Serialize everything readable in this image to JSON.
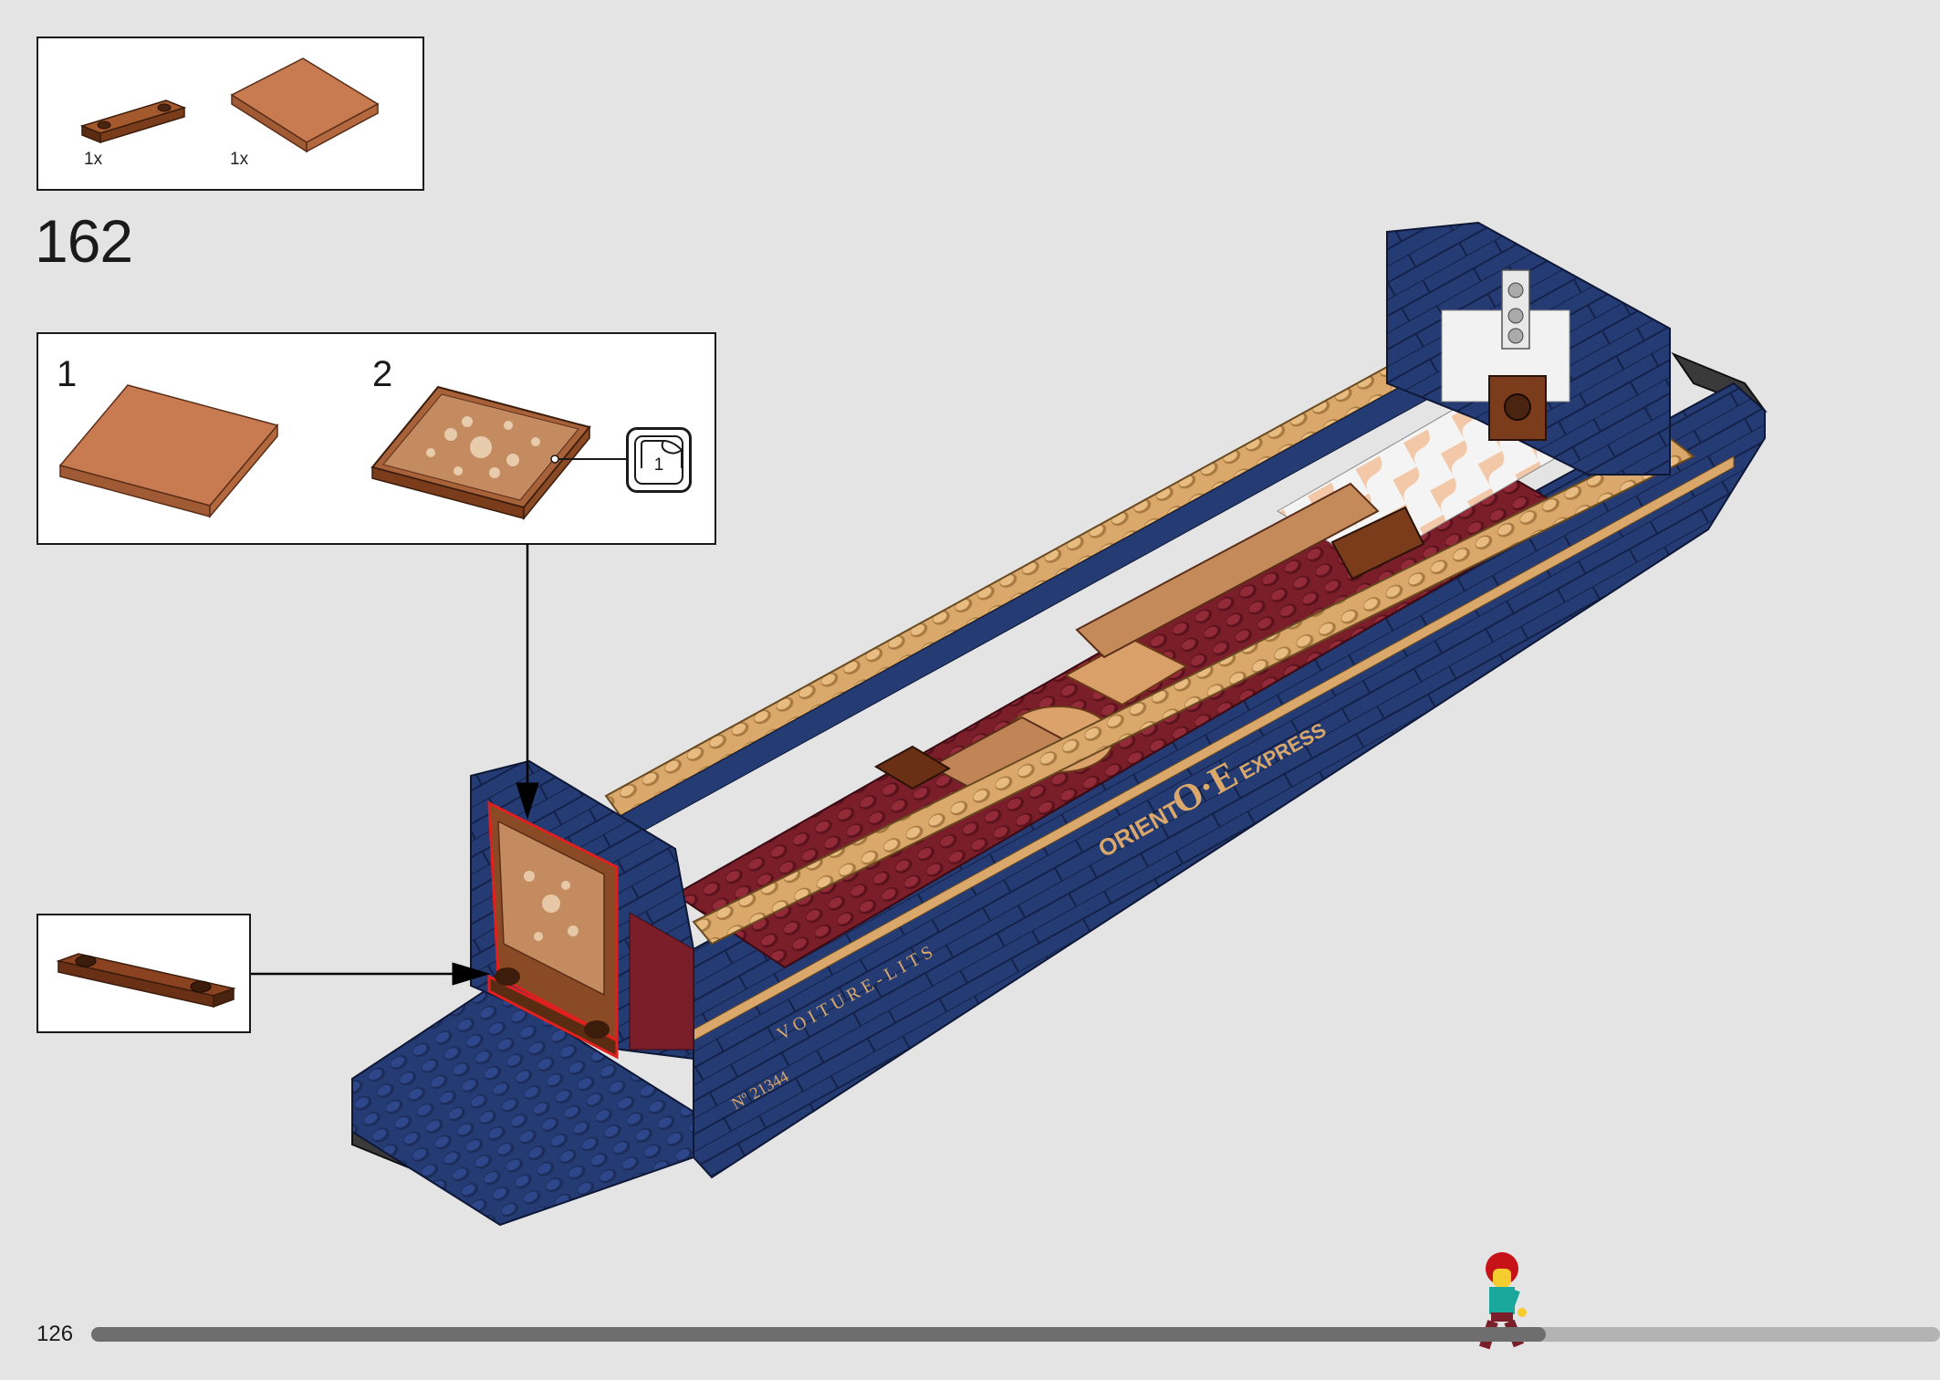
{
  "parts_box": {
    "items": [
      {
        "name": "brown-plate-1x4-with-studs",
        "qty": "1x"
      },
      {
        "name": "tan-tile-4x4",
        "qty": "1x"
      }
    ]
  },
  "step": {
    "number": "162"
  },
  "substeps": [
    {
      "number": "1"
    },
    {
      "number": "2"
    }
  ],
  "sticker": {
    "number": "1"
  },
  "model": {
    "side_text_1": "ORIENT",
    "side_text_2": "EXPRESS",
    "logo_text": "O·E",
    "lettering": "VOITURE-LITS",
    "car_number": "Nº 21344"
  },
  "footer": {
    "page_number": "126",
    "progress_fraction": 0.787
  },
  "colors": {
    "background": "#e4e4e4",
    "navy": "#253b73",
    "tan": "#d9a86a",
    "dark_red": "#7a1e2a",
    "brown": "#8a4a25",
    "highlight": "#e0201e"
  }
}
